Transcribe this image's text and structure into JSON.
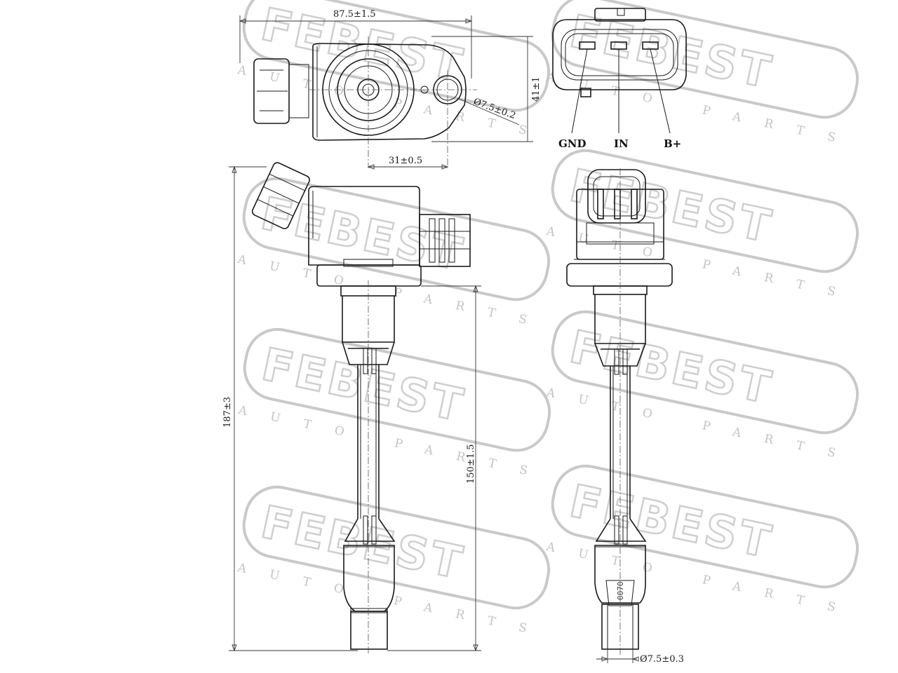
{
  "watermark": {
    "brand": "FEBEST",
    "tagline": "AUTO PARTS"
  },
  "dimensions": {
    "top_width": "87.5±1.5",
    "top_height": "41±1",
    "hole_dia": "Ø7.5±0.2",
    "mount_offset": "31±0.5",
    "overall_length": "187±3",
    "boot_length": "150±1.5",
    "tip_dia": "Ø7.5±0.3"
  },
  "connector_pins": [
    "GND",
    "IN",
    "B+"
  ],
  "part_stamp": "0070",
  "colors": {
    "line": "#1a1a1a",
    "watermark": "#cfcfcf"
  }
}
